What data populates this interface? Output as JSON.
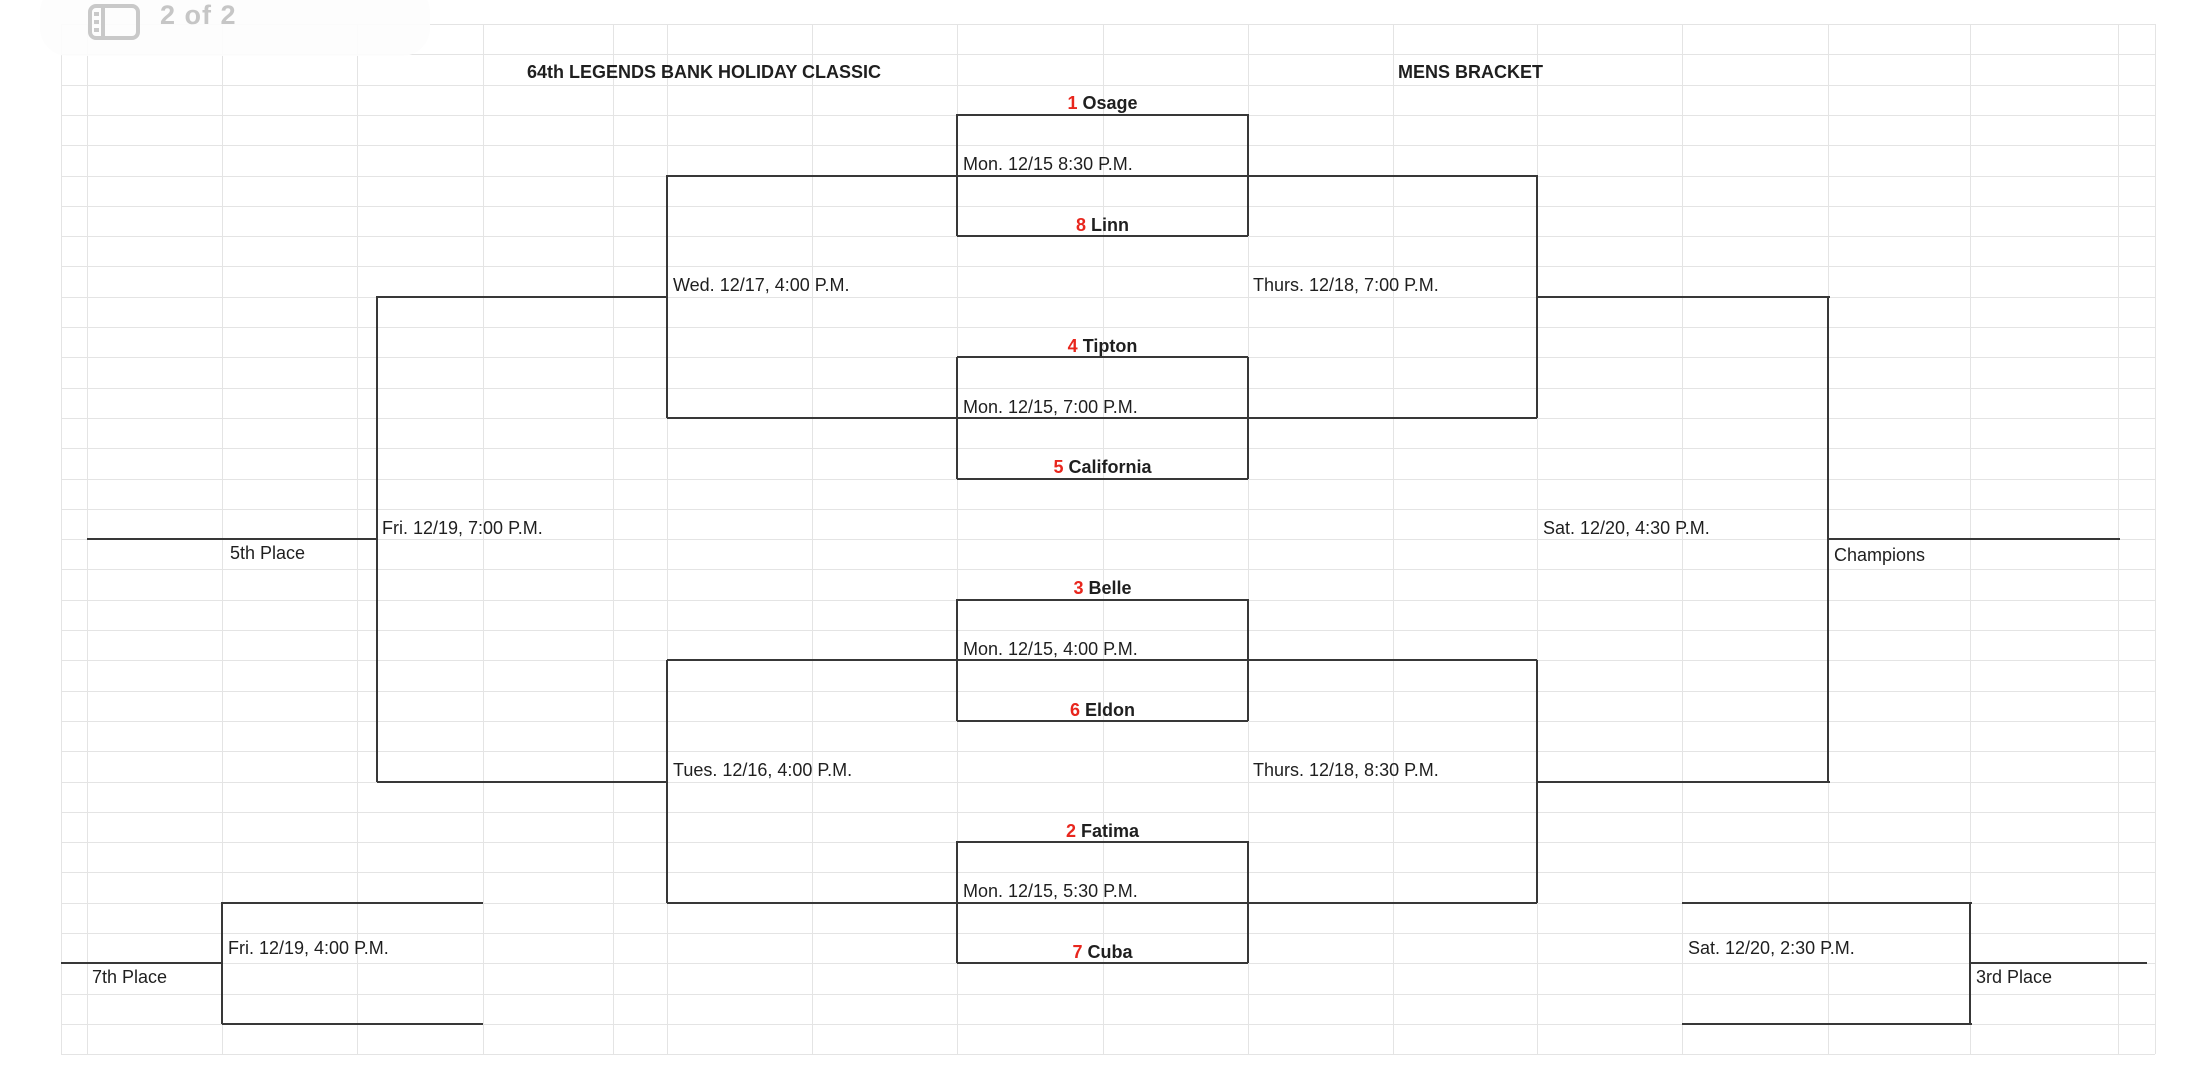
{
  "page_indicator": {
    "label": "2 of 2",
    "icon": "page-thumbnail-panel-icon"
  },
  "header": {
    "title": "64th LEGENDS BANK HOLIDAY CLASSIC",
    "subtitle": "MENS BRACKET"
  },
  "quarterfinals": [
    {
      "seed1": "1",
      "team1": "Osage",
      "seed2": "8",
      "team2": "Linn",
      "time": "Mon. 12/15 8:30 P.M."
    },
    {
      "seed1": "4",
      "team1": "Tipton",
      "seed2": "5",
      "team2": "California",
      "time": "Mon. 12/15, 7:00 P.M."
    },
    {
      "seed1": "3",
      "team1": "Belle",
      "seed2": "6",
      "team2": "Eldon",
      "time": "Mon. 12/15, 4:00 P.M."
    },
    {
      "seed1": "2",
      "team1": "Fatima",
      "seed2": "7",
      "team2": "Cuba",
      "time": "Mon. 12/15, 5:30 P.M."
    }
  ],
  "championship_side": {
    "semifinal1_time": "Thurs. 12/18, 7:00 P.M.",
    "semifinal2_time": "Thurs. 12/18, 8:30 P.M.",
    "final_time": "Sat. 12/20, 4:30 P.M.",
    "champions_label": "Champions",
    "third_place_time": "Sat. 12/20, 2:30 P.M.",
    "third_place_label": "3rd Place"
  },
  "consolation_side": {
    "consolation1_time": "Wed. 12/17, 4:00 P.M.",
    "consolation2_time": "Tues. 12/16, 4:00 P.M.",
    "fifth_place_time": "Fri. 12/19, 7:00 P.M.",
    "fifth_place_label": "5th Place",
    "seventh_place_time": "Fri. 12/19, 4:00 P.M.",
    "seventh_place_label": "7th Place"
  },
  "colors": {
    "seed_red": "#e8261d",
    "bracket_line": "#383838",
    "grid_line": "#e4e4e4"
  }
}
